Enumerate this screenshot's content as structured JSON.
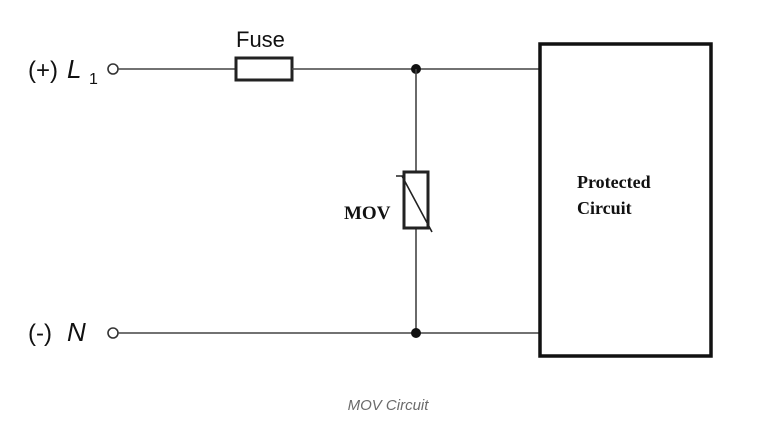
{
  "diagram": {
    "terminal_top": {
      "polarity": "(+)",
      "name": "L",
      "subscript": "1"
    },
    "terminal_bottom": {
      "polarity": "(-)",
      "name": "N"
    },
    "fuse_label": "Fuse",
    "mov_label": "MOV",
    "protected_block": {
      "line1": "Protected",
      "line2": "Circuit"
    }
  },
  "caption": "MOV Circuit"
}
